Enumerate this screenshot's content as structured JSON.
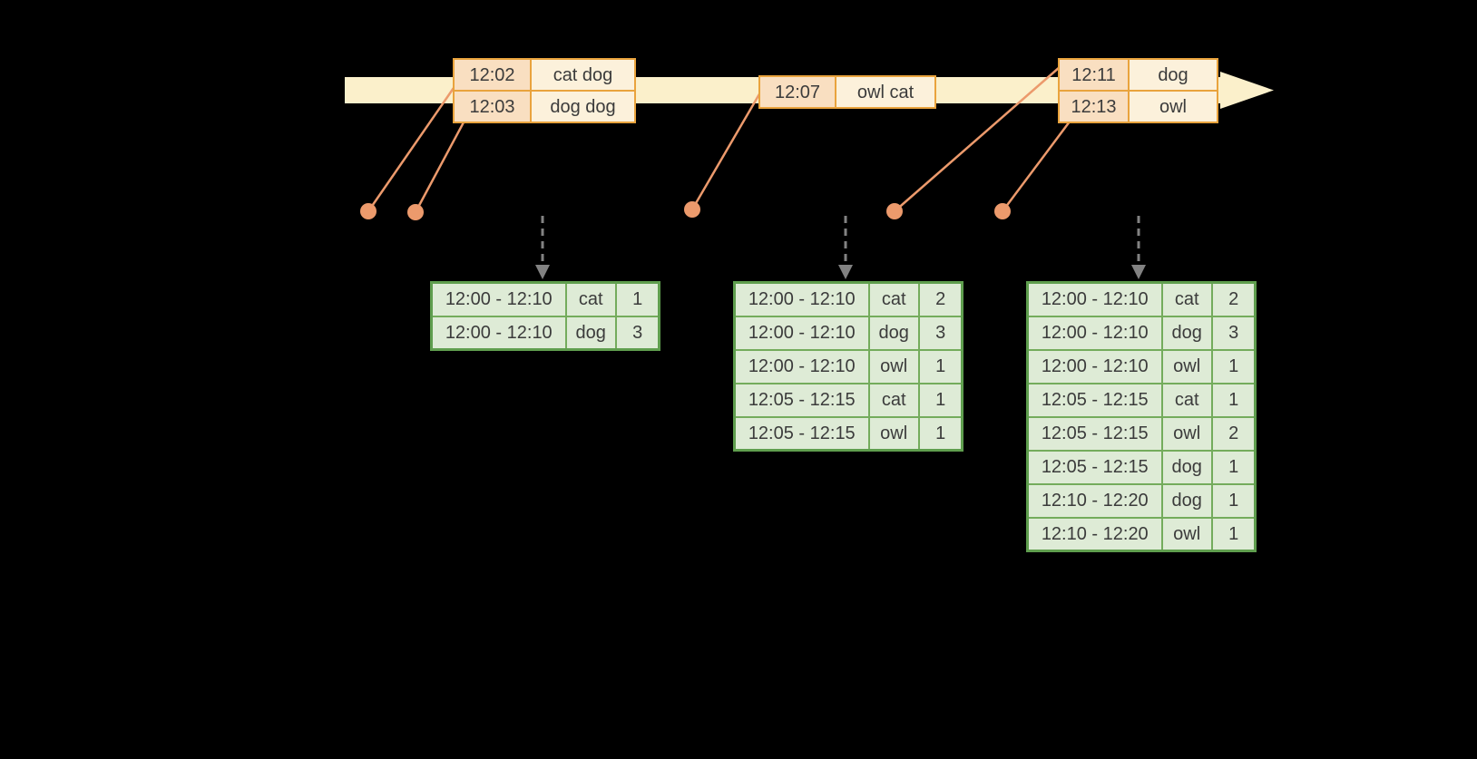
{
  "colors": {
    "background": "#000000",
    "timeline_fill": "#FBF0CB",
    "event_border": "#E9A33D",
    "event_time_fill": "#F9DFC1",
    "event_words_fill": "#FCF1DB",
    "connector": "#EC9A6C",
    "arrow_gray": "#828282",
    "result_border": "#5F9E4E",
    "result_grid": "#74AC5C",
    "result_fill": "#DEEBD6",
    "text": "#3B3B3B"
  },
  "timeline_events": [
    {
      "rows": [
        [
          "12:02",
          "cat dog"
        ],
        [
          "12:03",
          "dog dog"
        ]
      ]
    },
    {
      "rows": [
        [
          "12:07",
          "owl cat"
        ]
      ]
    },
    {
      "rows": [
        [
          "12:11",
          "dog"
        ],
        [
          "12:13",
          "owl"
        ]
      ]
    }
  ],
  "result_tables": [
    {
      "rows": [
        [
          "12:00 - 12:10",
          "cat",
          "1"
        ],
        [
          "12:00 - 12:10",
          "dog",
          "3"
        ]
      ]
    },
    {
      "rows": [
        [
          "12:00 - 12:10",
          "cat",
          "2"
        ],
        [
          "12:00 - 12:10",
          "dog",
          "3"
        ],
        [
          "12:00 - 12:10",
          "owl",
          "1"
        ],
        [
          "12:05 - 12:15",
          "cat",
          "1"
        ],
        [
          "12:05 - 12:15",
          "owl",
          "1"
        ]
      ]
    },
    {
      "rows": [
        [
          "12:00 - 12:10",
          "cat",
          "2"
        ],
        [
          "12:00 - 12:10",
          "dog",
          "3"
        ],
        [
          "12:00 - 12:10",
          "owl",
          "1"
        ],
        [
          "12:05 - 12:15",
          "cat",
          "1"
        ],
        [
          "12:05 - 12:15",
          "owl",
          "2"
        ],
        [
          "12:05 - 12:15",
          "dog",
          "1"
        ],
        [
          "12:10 - 12:20",
          "dog",
          "1"
        ],
        [
          "12:10 - 12:20",
          "owl",
          "1"
        ]
      ]
    }
  ]
}
